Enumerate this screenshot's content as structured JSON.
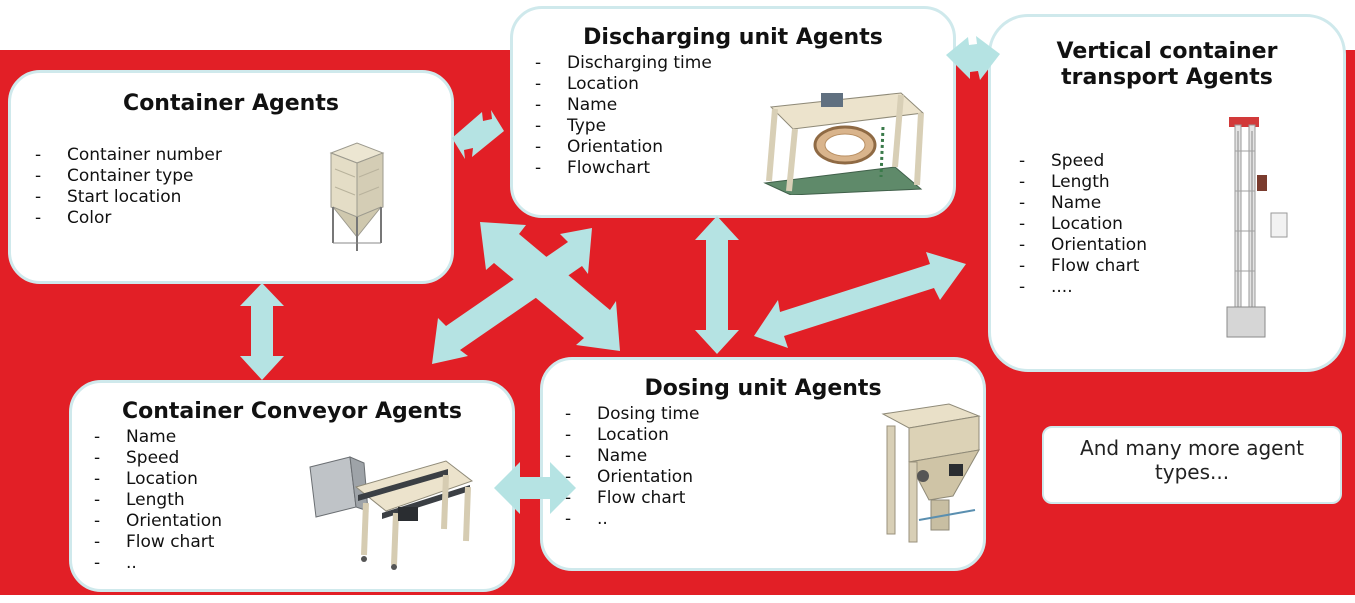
{
  "cards": {
    "container": {
      "title": "Container Agents",
      "items": [
        "Container number",
        "Container type",
        "Start location",
        "Color"
      ]
    },
    "discharging": {
      "title": "Discharging unit Agents",
      "items": [
        "Discharging time",
        "Location",
        "Name",
        "Type",
        "Orientation",
        "Flowchart"
      ]
    },
    "vertical": {
      "title_line1": "Vertical container",
      "title_line2": "transport Agents",
      "items": [
        "Speed",
        "Length",
        "Name",
        "Location",
        "Orientation",
        "Flow chart",
        "...."
      ]
    },
    "conveyor": {
      "title": "Container Conveyor Agents",
      "items": [
        "Name",
        "Speed",
        "Location",
        "Length",
        "Orientation",
        "Flow chart",
        ".."
      ]
    },
    "dosing": {
      "title": "Dosing unit Agents",
      "items": [
        "Dosing time",
        "Location",
        "Name",
        "Orientation",
        "Flow chart",
        ".."
      ]
    }
  },
  "more": {
    "line1": "And many more agent",
    "line2": "types..."
  },
  "list_dash": "-",
  "colors": {
    "background_band": "#e21f26",
    "arrow": "#b5e3e3",
    "card": "#ffffff"
  }
}
